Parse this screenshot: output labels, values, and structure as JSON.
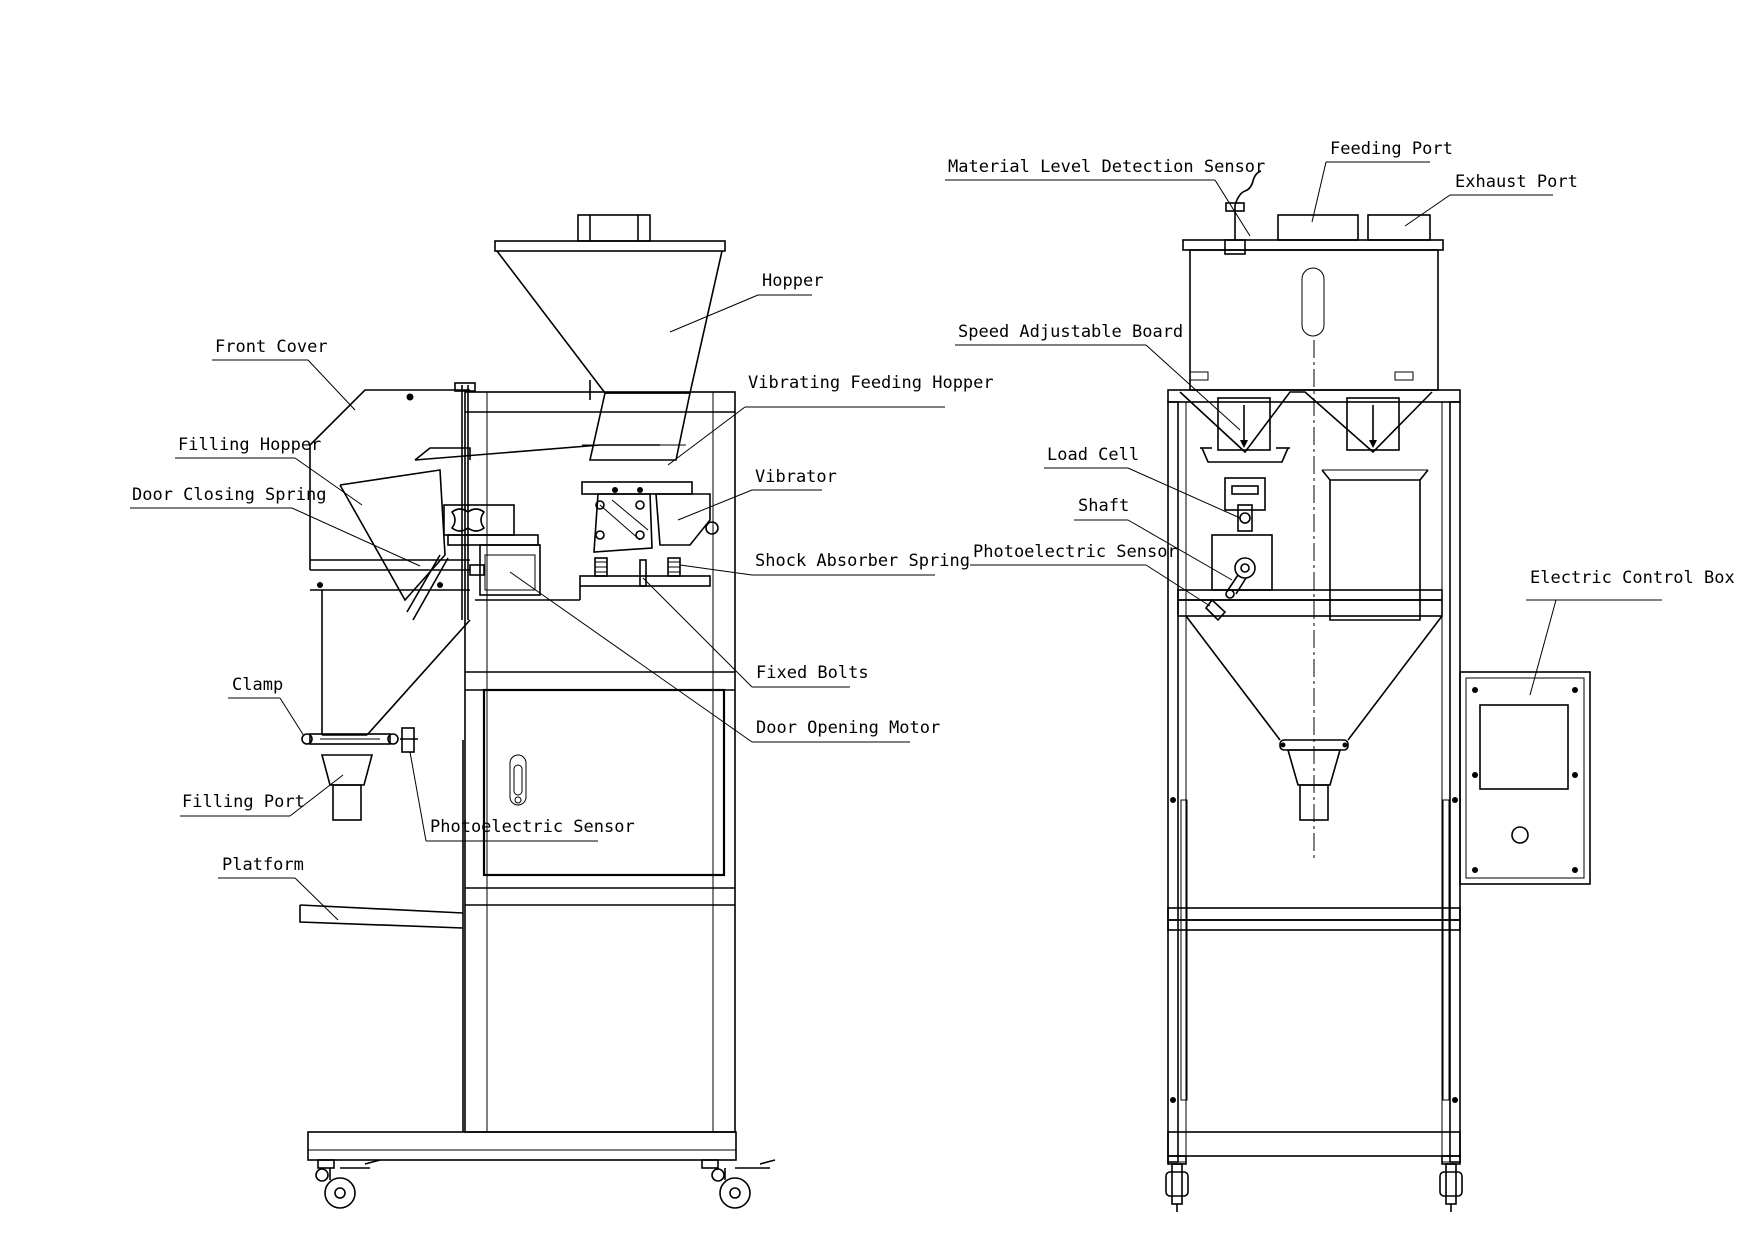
{
  "colors": {
    "line": "#000000",
    "background": "#ffffff"
  },
  "side_view": {
    "labels": {
      "hopper": "Hopper",
      "front_cover": "Front Cover",
      "vibrating_feeding_hopper": "Vibrating Feeding Hopper",
      "filling_hopper": "Filling Hopper",
      "vibrator": "Vibrator",
      "door_closing_spring": "Door Closing Spring",
      "shock_absorber_spring": "Shock Absorber Spring",
      "fixed_bolts": "Fixed Bolts",
      "clamp": "Clamp",
      "door_opening_motor": "Door Opening Motor",
      "filling_port": "Filling Port",
      "photoelectric_sensor": "Photoelectric Sensor",
      "platform": "Platform"
    }
  },
  "front_view": {
    "labels": {
      "feeding_port": "Feeding Port",
      "material_level_detection_sensor": "Material Level Detection Sensor",
      "exhaust_port": "Exhaust Port",
      "speed_adjustable_board": "Speed Adjustable Board",
      "load_cell": "Load Cell",
      "shaft": "Shaft",
      "photoelectric_sensor": "Photoelectric Sensor",
      "electric_control_box": "Electric Control Box"
    }
  }
}
